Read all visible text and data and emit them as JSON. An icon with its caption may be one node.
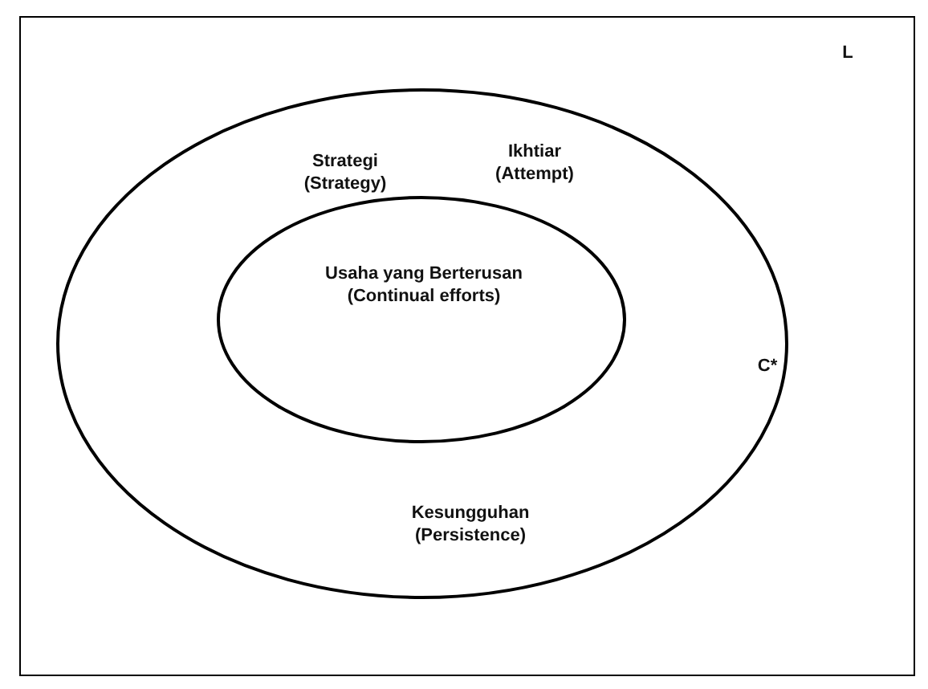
{
  "diagram": {
    "nodes": [
      {
        "text": [
          "L"
        ]
      },
      {
        "text": [
          "Strategi (Strategy)",
          "Ikhtiar (Attempt)",
          "C*",
          "Kesungguhan (Persistence)"
        ],
        "in": 0
      },
      {
        "text": [
          "Usaha yang Berterusan (Continual efforts)"
        ],
        "in": 1
      }
    ]
  }
}
